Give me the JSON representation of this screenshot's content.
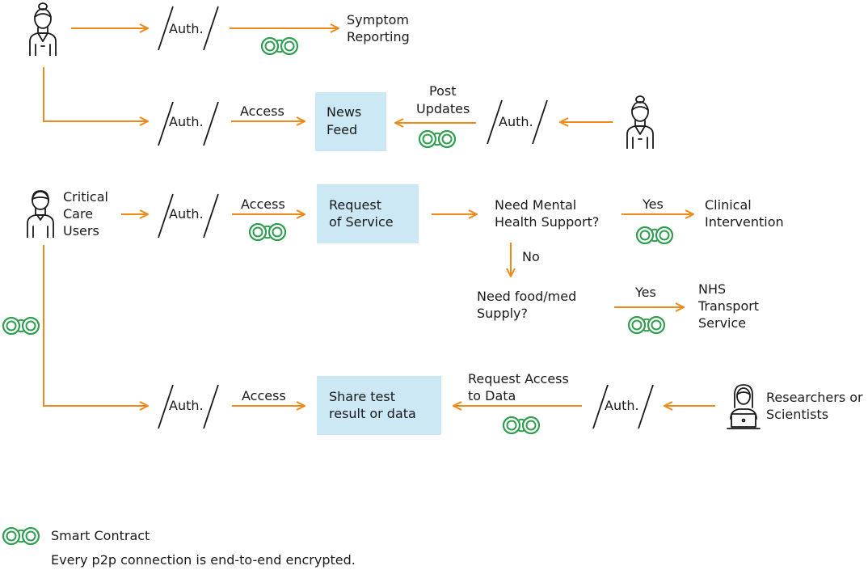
{
  "colors": {
    "arrow": "#ee8a1a",
    "box_fill": "#cce8f4",
    "contract": "#2f9e4f",
    "text": "#1a1a1a"
  },
  "icons": {
    "user": "person-icon",
    "admin": "person-bun-icon",
    "researcher": "researcher-laptop-icon",
    "contract": "smart-contract-link-icon"
  },
  "auth_label": "Auth.",
  "row1": {
    "symptom_line1": "Symptom",
    "symptom_line2": "Reporting"
  },
  "row2": {
    "access": "Access",
    "news_line1": "News",
    "news_line2": "Feed",
    "post_line1": "Post",
    "post_line2": "Updates"
  },
  "row3": {
    "users_line1": "Critical",
    "users_line2": "Care",
    "users_line3": "Users",
    "access": "Access",
    "request_line1": "Request",
    "request_line2": "of Service",
    "mental_line1": "Need Mental",
    "mental_line2": "Health Support?",
    "yes1": "Yes",
    "clinical_line1": "Clinical",
    "clinical_line2": "Intervention",
    "no": "No",
    "food_line1": "Need food/med",
    "food_line2": "Supply?",
    "yes2": "Yes",
    "nhs_line1": "NHS",
    "nhs_line2": "Transport",
    "nhs_line3": "Service"
  },
  "row4": {
    "access": "Access",
    "share_line1": "Share test",
    "share_line2": "result or data",
    "request_access_line1": "Request Access",
    "request_access_line2": "to Data",
    "researchers_line1": "Researchers or",
    "researchers_line2": "Scientists"
  },
  "legend": {
    "label": "Smart Contract",
    "note": "Every p2p connection is end-to-end encrypted."
  }
}
